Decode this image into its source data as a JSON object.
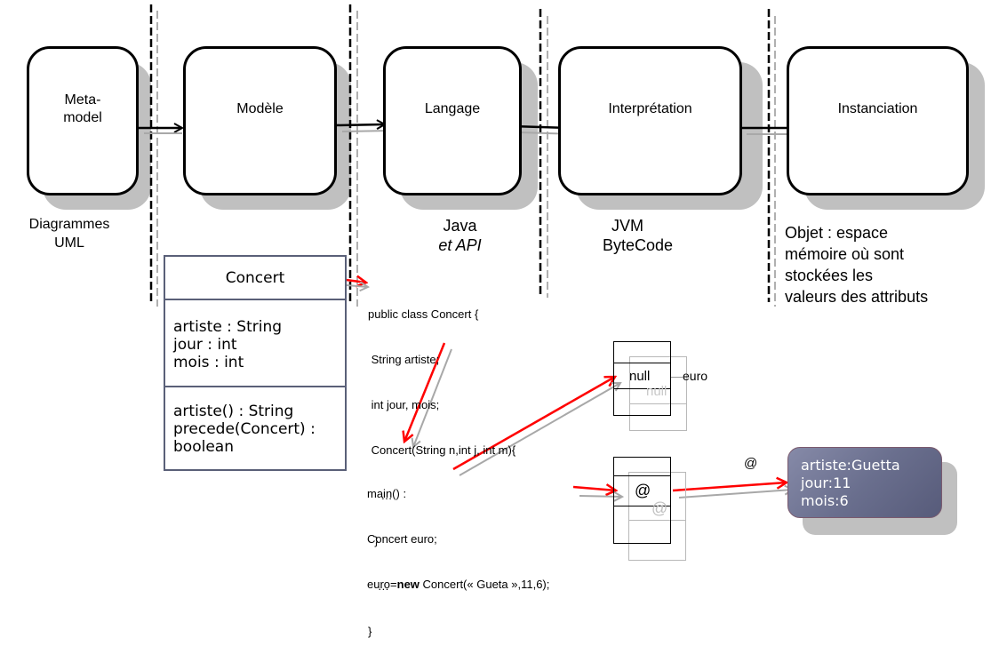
{
  "stages": [
    {
      "label_lines": [
        "Meta-",
        "model"
      ]
    },
    {
      "label_lines": [
        "Modèle"
      ]
    },
    {
      "label_lines": [
        "Langage"
      ]
    },
    {
      "label_lines": [
        "Interprétation"
      ]
    },
    {
      "label_lines": [
        "Instanciation"
      ]
    }
  ],
  "captions": {
    "metamodel": [
      "Diagrammes",
      "UML"
    ],
    "langage": [
      "Java",
      "et API"
    ],
    "interpretation": [
      "JVM",
      "ByteCode"
    ],
    "instanciation": [
      "Objet : espace",
      "mémoire où sont",
      "stockées les",
      "valeurs des attributs"
    ]
  },
  "uml_class": {
    "name": "Concert",
    "attributes": [
      "artiste : String",
      "jour : int",
      "mois : int"
    ],
    "operations": [
      "artiste() : String",
      "precede(Concert) :",
      "boolean"
    ]
  },
  "class_code": [
    "public class Concert {",
    " String artiste;",
    " int jour, mois;",
    " Concert(String n,int j, int m){",
    "    …",
    "  }",
    "   …",
    "}"
  ],
  "main_code": {
    "line1": "main() :",
    "line2": "Concert euro;",
    "line3_prefix": "euro=",
    "line3_keyword": "new",
    "line3_suffix": " Concert(« Gueta »,11,6);"
  },
  "memory": {
    "null_value": "null",
    "variable_name": "euro",
    "reference_value": "@",
    "reference_label": "@"
  },
  "object": {
    "fields": [
      "artiste:Guetta",
      "jour:11",
      "mois:6"
    ]
  },
  "colors": {
    "red_arrow": "#ff0000",
    "gray_arrow": "#a8a8a8",
    "shadow": "#c0c0c0",
    "uml_border": "#5a6078",
    "object_fill": "#6a6f8e"
  }
}
